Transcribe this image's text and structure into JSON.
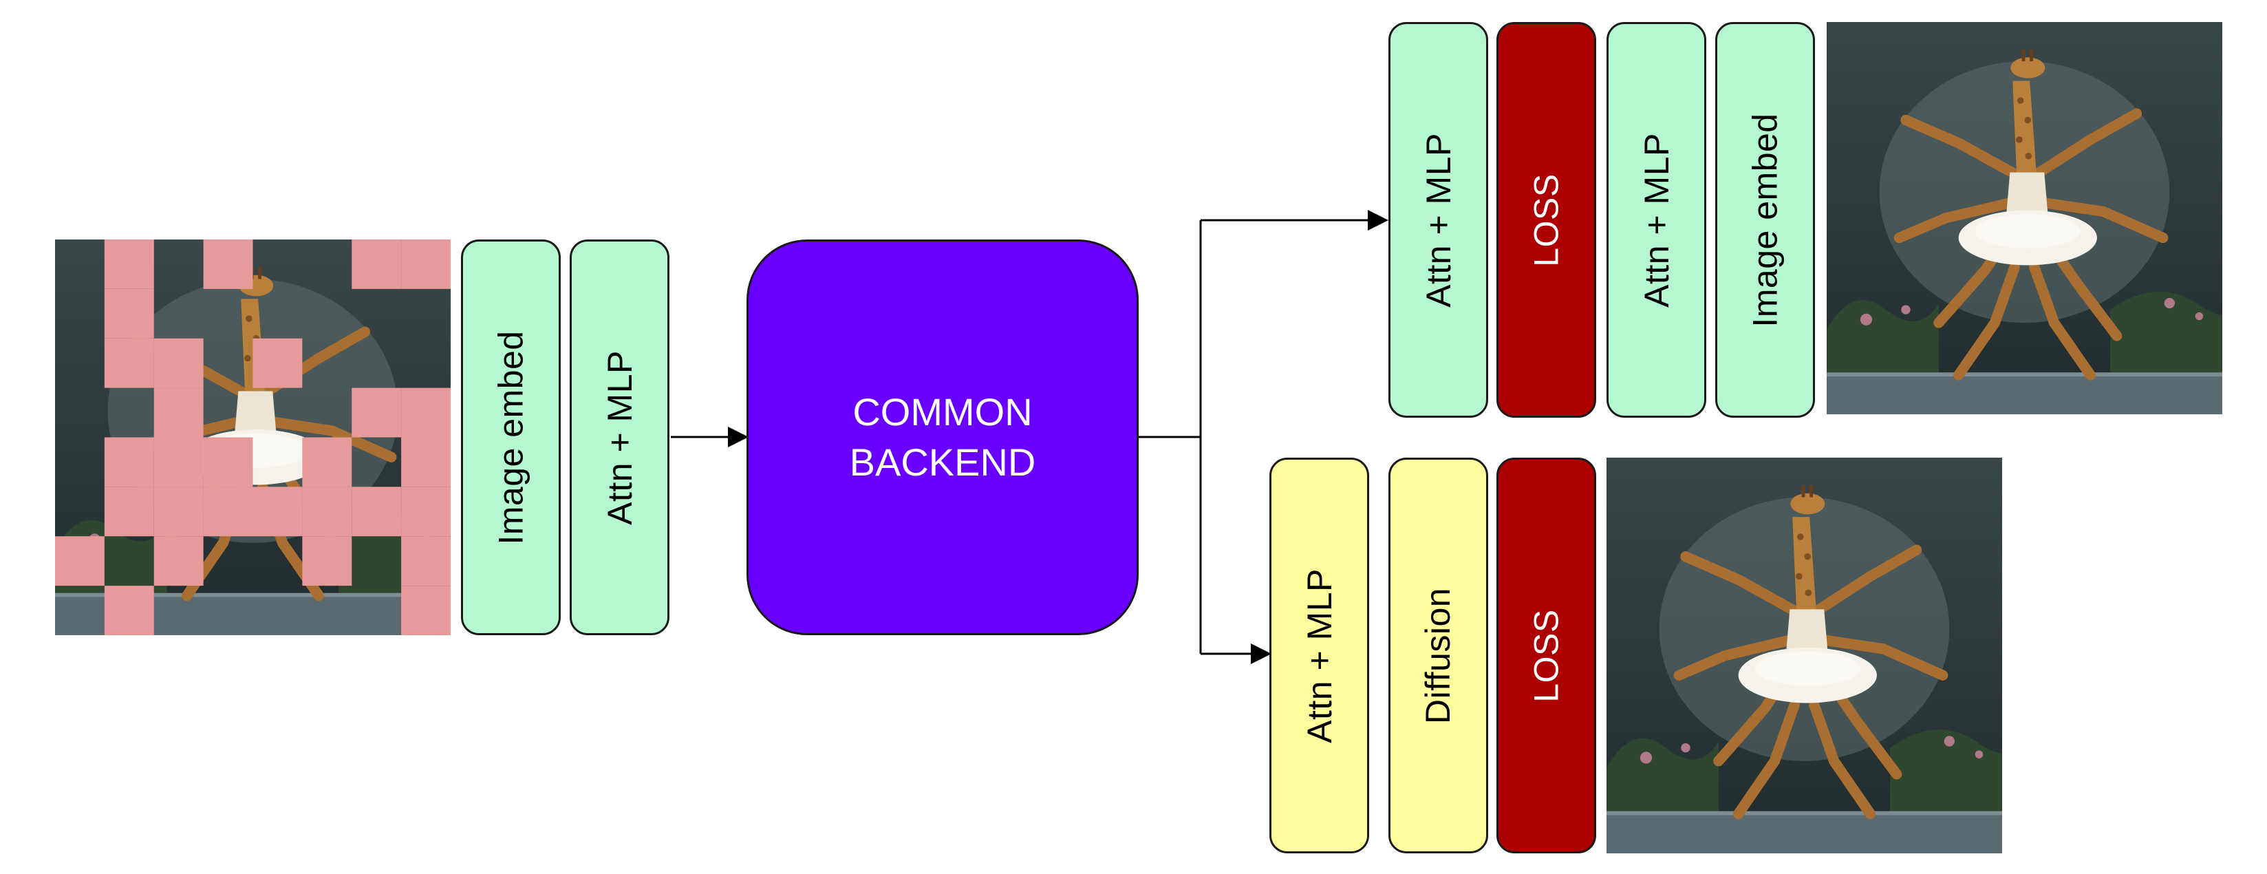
{
  "input": {
    "blocks": [
      {
        "label": "Image embed",
        "color": "#b5f7d0"
      },
      {
        "label": "Attn + MLP",
        "color": "#b5f7d0"
      }
    ],
    "mask_color": "#e79a9b"
  },
  "backend": {
    "line1": "COMMON",
    "line2": "BACKEND",
    "color": "#6900ff"
  },
  "top_branch": {
    "blocks": [
      {
        "label": "Attn + MLP",
        "color": "#b5f7d0"
      },
      {
        "label": "LOSS",
        "color": "#ad0000"
      },
      {
        "label": "Attn + MLP",
        "color": "#b5f7d0"
      },
      {
        "label": "Image embed",
        "color": "#b5f7d0"
      }
    ]
  },
  "bottom_branch": {
    "blocks": [
      {
        "label": "Attn + MLP",
        "color": "#fffe9e"
      },
      {
        "label": "Diffusion",
        "color": "#fffe9e"
      },
      {
        "label": "LOSS",
        "color": "#ad0000"
      }
    ]
  }
}
